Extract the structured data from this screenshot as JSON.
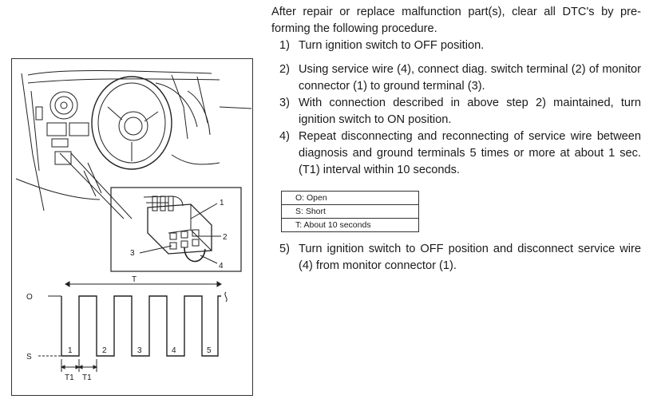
{
  "procedure": {
    "intro": "After repair or replace malfunction part(s), clear all DTC's by pre-forming the following procedure.",
    "steps": [
      {
        "num": "1)",
        "text": "Turn ignition switch to OFF position."
      },
      {
        "num": "2)",
        "text": "Using service wire (4), connect diag. switch terminal (2) of monitor connector (1) to ground terminal (3)."
      },
      {
        "num": "3)",
        "text": "With connection described in above step 2) maintained, turn ignition switch to ON position."
      },
      {
        "num": "4)",
        "text": "Repeat disconnecting and reconnecting of service wire between diagnosis and ground terminals 5 times or more at about 1 sec. (T1) interval within 10 seconds."
      },
      {
        "num": "5)",
        "text": "Turn ignition switch to OFF position and disconnect service wire (4) from monitor connector (1)."
      }
    ]
  },
  "legend": [
    {
      "text": "O:  Open"
    },
    {
      "text": "S:  Short"
    },
    {
      "text": "T:  About 10 seconds"
    }
  ],
  "figure": {
    "callouts": [
      "1",
      "2",
      "3",
      "4"
    ],
    "timing": {
      "open_label": "O",
      "short_label": "S",
      "total_label": "T",
      "pulse_labels": [
        "1",
        "2",
        "3",
        "4",
        "5"
      ],
      "interval_labels": [
        "T1",
        "T1"
      ]
    }
  }
}
